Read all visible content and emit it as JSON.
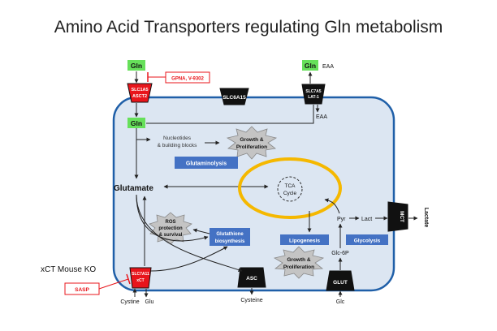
{
  "title": "Amino Acid Transporters regulating Gln metabolism",
  "colors": {
    "cell_fill": "#dce6f2",
    "cell_stroke": "#1f5fa8",
    "gln_green": "#66e05a",
    "red": "#e8151b",
    "blue_box": "#4472c4",
    "tca_ring": "#f5b800",
    "star_fill": "#c4c4c4",
    "black": "#111111"
  },
  "labels": {
    "gln_top": "Gln",
    "gln_inner": "Gln",
    "gln_right": "Gln",
    "eaa_top": "EAA",
    "eaa_side": "EAA",
    "gpna": "GPNA, V-9302",
    "slc1a5_line1": "SLC1A5",
    "slc1a5_line2": "ASCT2",
    "slc6a15": "SLC6A15",
    "slc7a5_line1": "SLC7A5",
    "slc7a5_line2": "LAT-1",
    "nucleotides_line1": "Nucleotides",
    "nucleotides_line2": "& building blocks",
    "growth1_line1": "Growth &",
    "growth1_line2": "Proliferation",
    "glutaminolysis": "Glutaminolysis",
    "glutamate": "Glutamate",
    "tca_line1": "TCA",
    "tca_line2": "Cycle",
    "ros_line1": "ROS",
    "ros_line2": "protection",
    "ros_line3": "& survival",
    "glutathione_line1": "Glutathione",
    "glutathione_line2": "biosynthesis",
    "lipogenesis": "Lipogenesis",
    "glycolysis": "Glycolysis",
    "growth2_line1": "Growth &",
    "growth2_line2": "Proliferation",
    "pyr": "Pyr",
    "lact": "Lact",
    "mct": "MCT",
    "lactate": "Lactate",
    "glc6p": "Glc-6P",
    "glut": "GLUT",
    "glc": "Glc",
    "asc": "ASC",
    "cysteine": "Cysteine",
    "slc7a11_line1": "SLC7A11",
    "slc7a11_line2": "xCT",
    "xct_ko": "xCT Mouse KO",
    "sasp": "SASP",
    "cystine": "Cystine",
    "glu": "Glu"
  }
}
